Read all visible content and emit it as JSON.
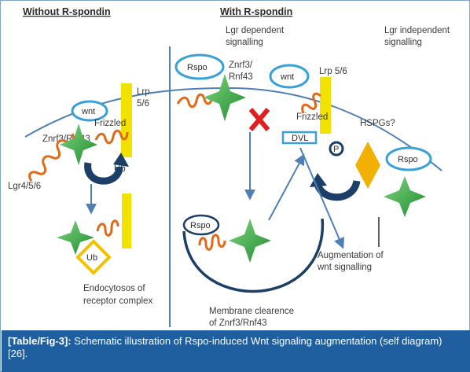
{
  "headings": {
    "without": "Without R-spondin",
    "with": "With R-spondin"
  },
  "labels": {
    "lgr_dependent_1": "Lgr dependent",
    "lgr_dependent_2": "signalling",
    "lgr_independent_1": "Lgr independent",
    "lgr_independent_2": "signalling",
    "rspo_top": "Rspo",
    "znrf3_right_1": "Znrf3/",
    "znrf3_right_2": "Rnf43",
    "wnt_right": "wnt",
    "lrp_right": "Lrp 5/6",
    "frizzled_right": "Frizzled",
    "dvl": "DVL",
    "p": "P",
    "hspgs": "HSPGs?",
    "rspo_far_right": "Rspo",
    "lrp_left_1": "Lrp",
    "lrp_left_2": "5/6",
    "wnt_left": "wnt",
    "frizzled_left": "Frizzled",
    "znrf3_left": "Znrf3/Rnf43",
    "ub_top": "Ub",
    "lgr456": "Lgr4/5/6",
    "ub_bottom": "Ub",
    "rspo_vesicle": "Rspo",
    "endocytosis_1": "Endocytosos of",
    "endocytosis_2": "receptor complex",
    "membrane_1": "Membrane clearence",
    "membrane_2": "of Znrf3/Rnf43",
    "augmentation_1": "Augmentation of",
    "augmentation_2": "wnt signalling"
  },
  "caption": {
    "label": "[Table/Fig-3]:",
    "text": " Schematic illustration of Rspo-induced Wnt signaling augmentation (self diagram) [26]."
  },
  "colors": {
    "caption_bg": "#1f5fa0",
    "membrane": "#4f7fb4",
    "receptor_coil": "#e06a1a",
    "znrf3_star": "#3aa83a",
    "lrp_bar": "#f2e200",
    "ellipse_outline": "#3aa0d8",
    "arrow": "#4f7fb4",
    "curved_arrow": "#1b3f66",
    "cross": "#e02020",
    "hspg_diamond": "#f2b100",
    "ub_diamond": "#f2c200"
  },
  "icons": [
    "coil-receptor-icon",
    "star-icon",
    "cross-icon",
    "curved-arrow-icon",
    "diamond-icon"
  ]
}
